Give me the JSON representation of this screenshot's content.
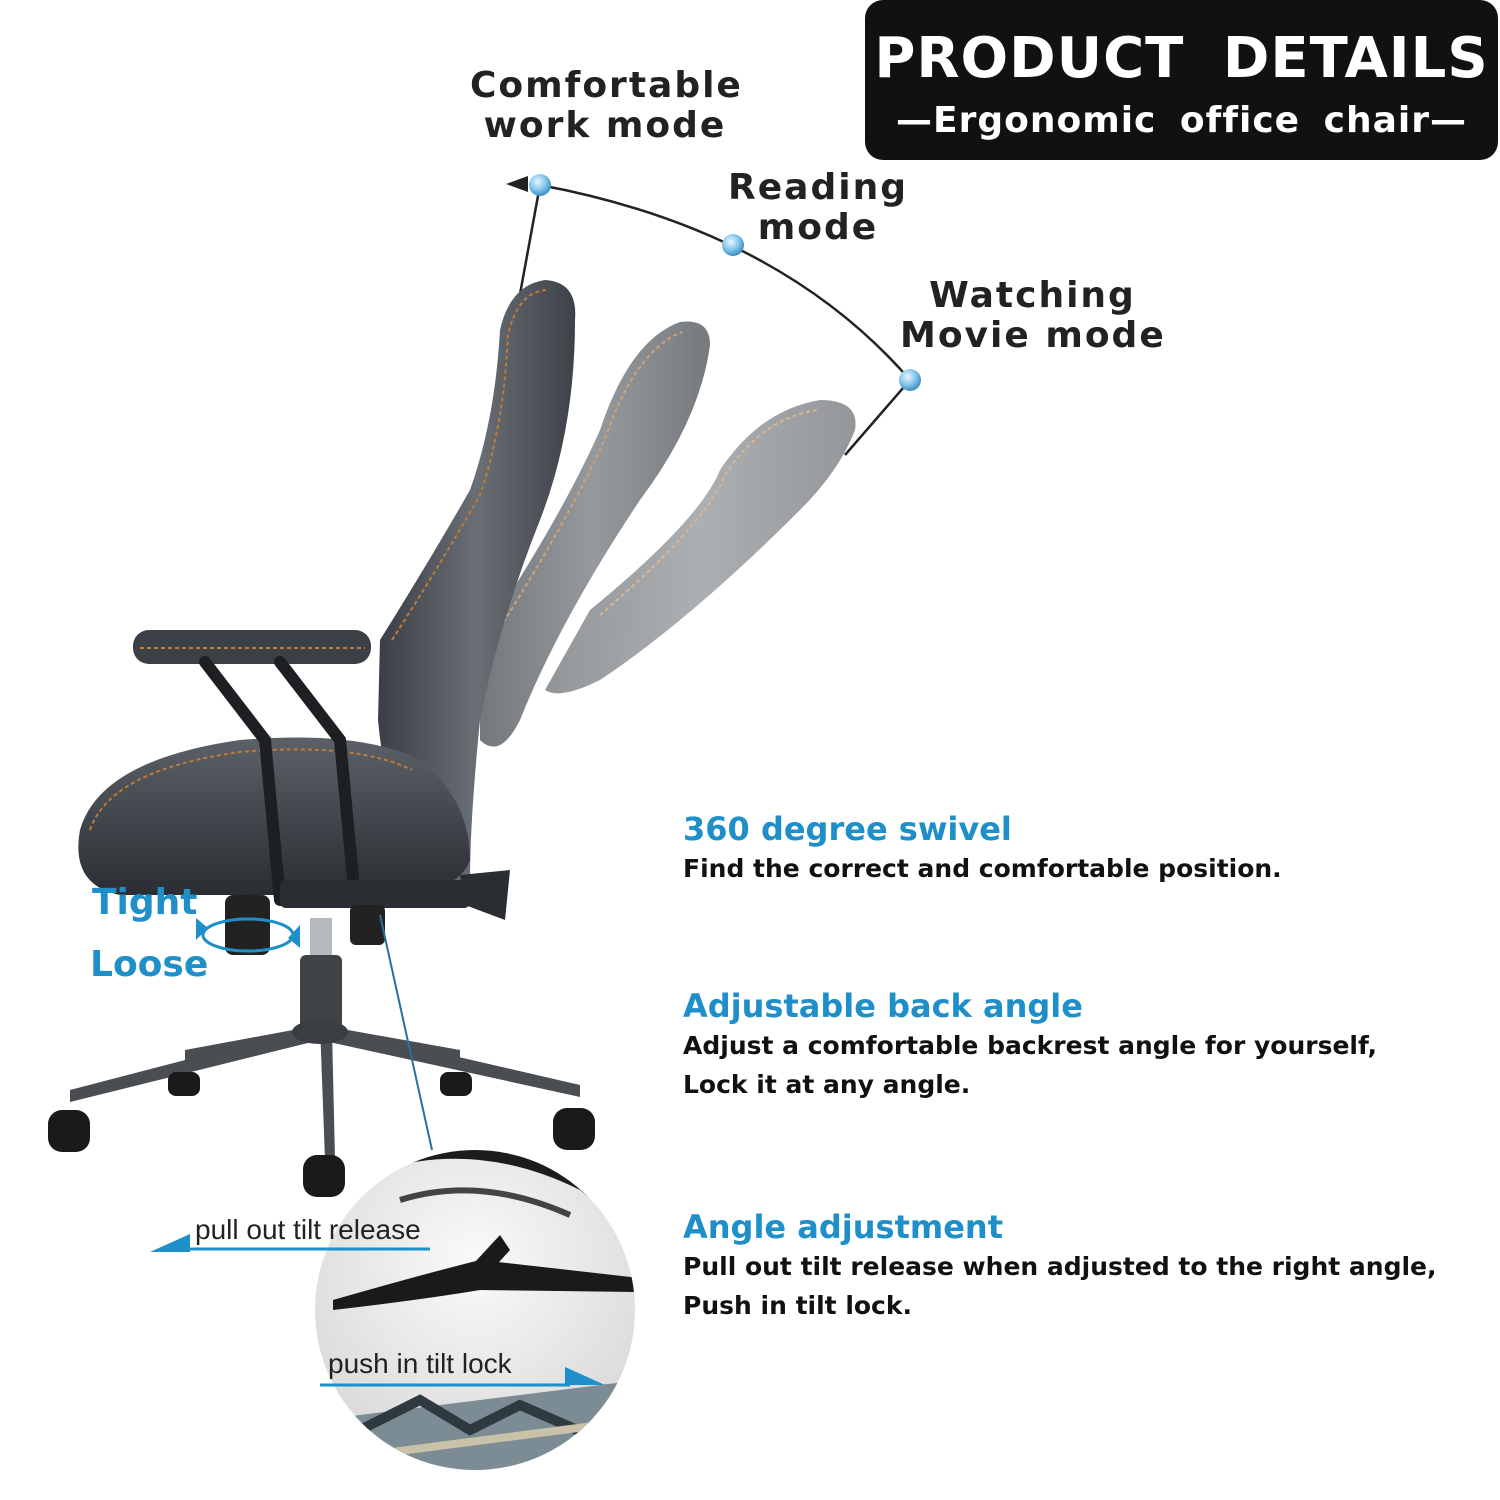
{
  "header": {
    "title": "PRODUCT  DETAILS",
    "subtitle": "—Ergonomic  office  chair—"
  },
  "modes": [
    {
      "line1": "Comfortable",
      "line2": "work mode"
    },
    {
      "line1": "Reading",
      "line2": "mode"
    },
    {
      "line1": "Watching",
      "line2": "Movie mode"
    }
  ],
  "knob": {
    "tight": "Tight",
    "loose": "Loose"
  },
  "detail": {
    "pull": "pull out tilt release",
    "push": "push in tilt lock"
  },
  "features": [
    {
      "title": "360 degree swivel",
      "lines": [
        "Find the correct and comfortable position."
      ]
    },
    {
      "title": "Adjustable back angle",
      "lines": [
        "Adjust a comfortable backrest angle for yourself,",
        "Lock it at any angle."
      ]
    },
    {
      "title": "Angle  adjustment",
      "lines": [
        "Pull out tilt release when adjusted to the right angle,",
        "Push in tilt lock."
      ]
    }
  ],
  "colors": {
    "accent": "#1e8fc8",
    "header_bg": "#111111",
    "stitch": "#c07a3a",
    "leather": "#4a4f55"
  }
}
